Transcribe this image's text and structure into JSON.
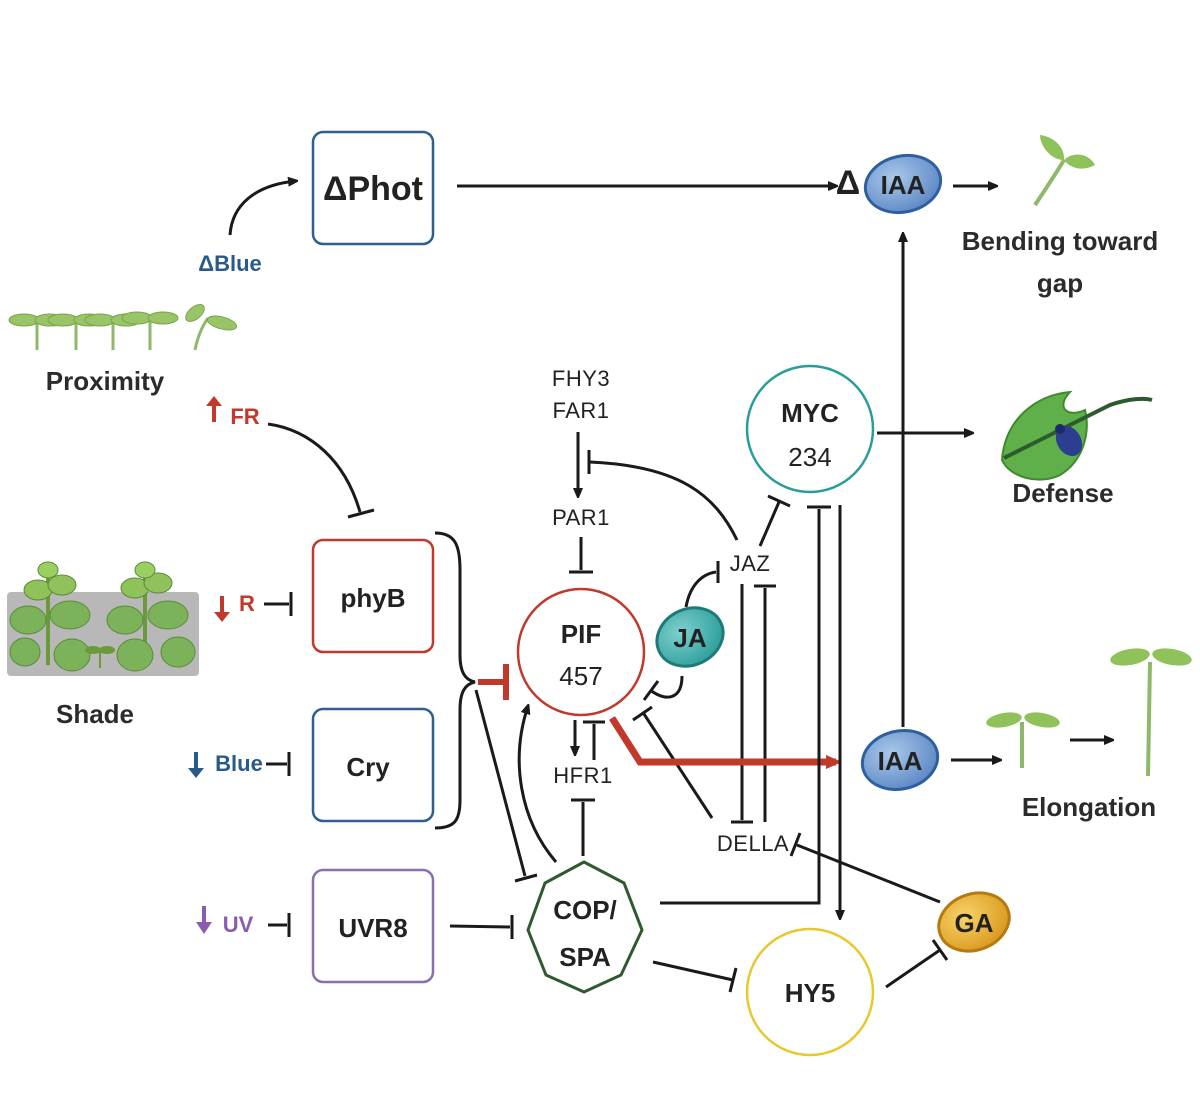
{
  "nodes": {
    "phot": "ΔPhot",
    "phyb": "phyB",
    "cry": "Cry",
    "uvr8": "UVR8",
    "pif_name": "PIF",
    "pif_num": "457",
    "cop_line1": "COP/",
    "cop_line2": "SPA",
    "myc_name": "MYC",
    "myc_num": "234",
    "hy5": "HY5",
    "ja": "JA",
    "ga": "GA",
    "iaa_top": "IAA",
    "iaa_top_prefix": "Δ",
    "iaa_mid": "IAA",
    "fhy3": "FHY3",
    "far1": "FAR1",
    "par1": "PAR1",
    "hfr1": "HFR1",
    "jaz": "JAZ",
    "della": "DELLA"
  },
  "signals": {
    "delta_blue": "ΔBlue",
    "fr": "FR",
    "r": "R",
    "blue": "Blue",
    "uv": "UV"
  },
  "labels": {
    "proximity": "Proximity",
    "shade": "Shade",
    "bending_line1": "Bending toward",
    "bending_line2": "gap",
    "defense": "Defense",
    "elongation": "Elongation"
  },
  "colors": {
    "phot": "#2e5f8f",
    "phyb": "#c0392b",
    "cry": "#2e5f8f",
    "uvr8": "#8a6fb0",
    "pif": "#c0392b",
    "cop": "#2f5a2f",
    "myc": "#2a9d98",
    "hy5": "#e8c82c",
    "ja": "#3aa6a8",
    "ga": "#e0a020",
    "iaa": "#4a78b8",
    "red_signal": "#c0392b",
    "blue_signal": "#2a5a8a",
    "uv_signal": "#8a5cb0",
    "plant_green": "#7cb35a"
  }
}
